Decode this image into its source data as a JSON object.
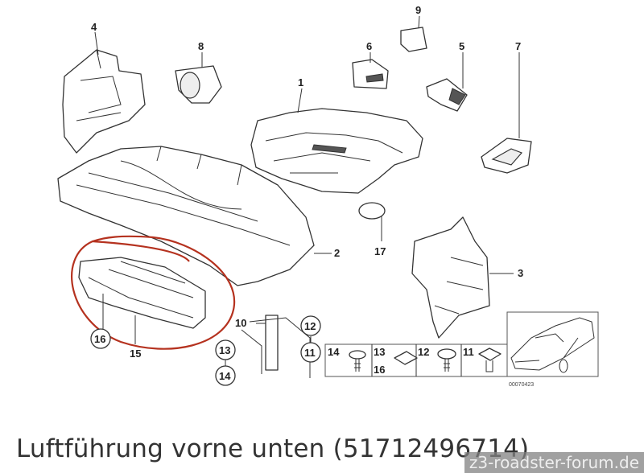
{
  "title": "Luftführung vorne unten (51712496714)",
  "watermark": "z3-roadster-forum.de",
  "diagram_code": "00070423",
  "callouts": {
    "c1": "1",
    "c2": "2",
    "c3": "3",
    "c4": "4",
    "c5": "5",
    "c6": "6",
    "c7": "7",
    "c8": "8",
    "c9": "9",
    "c10": "10",
    "c11": "11",
    "c12": "12",
    "c13": "13",
    "c14": "14",
    "c15": "15",
    "c16": "16",
    "c17": "17"
  },
  "fastener_table": [
    {
      "label": "14"
    },
    {
      "label": "13",
      "label2": "16"
    },
    {
      "label": "12"
    },
    {
      "label": "11"
    }
  ],
  "annotation_color": "#b5321f"
}
